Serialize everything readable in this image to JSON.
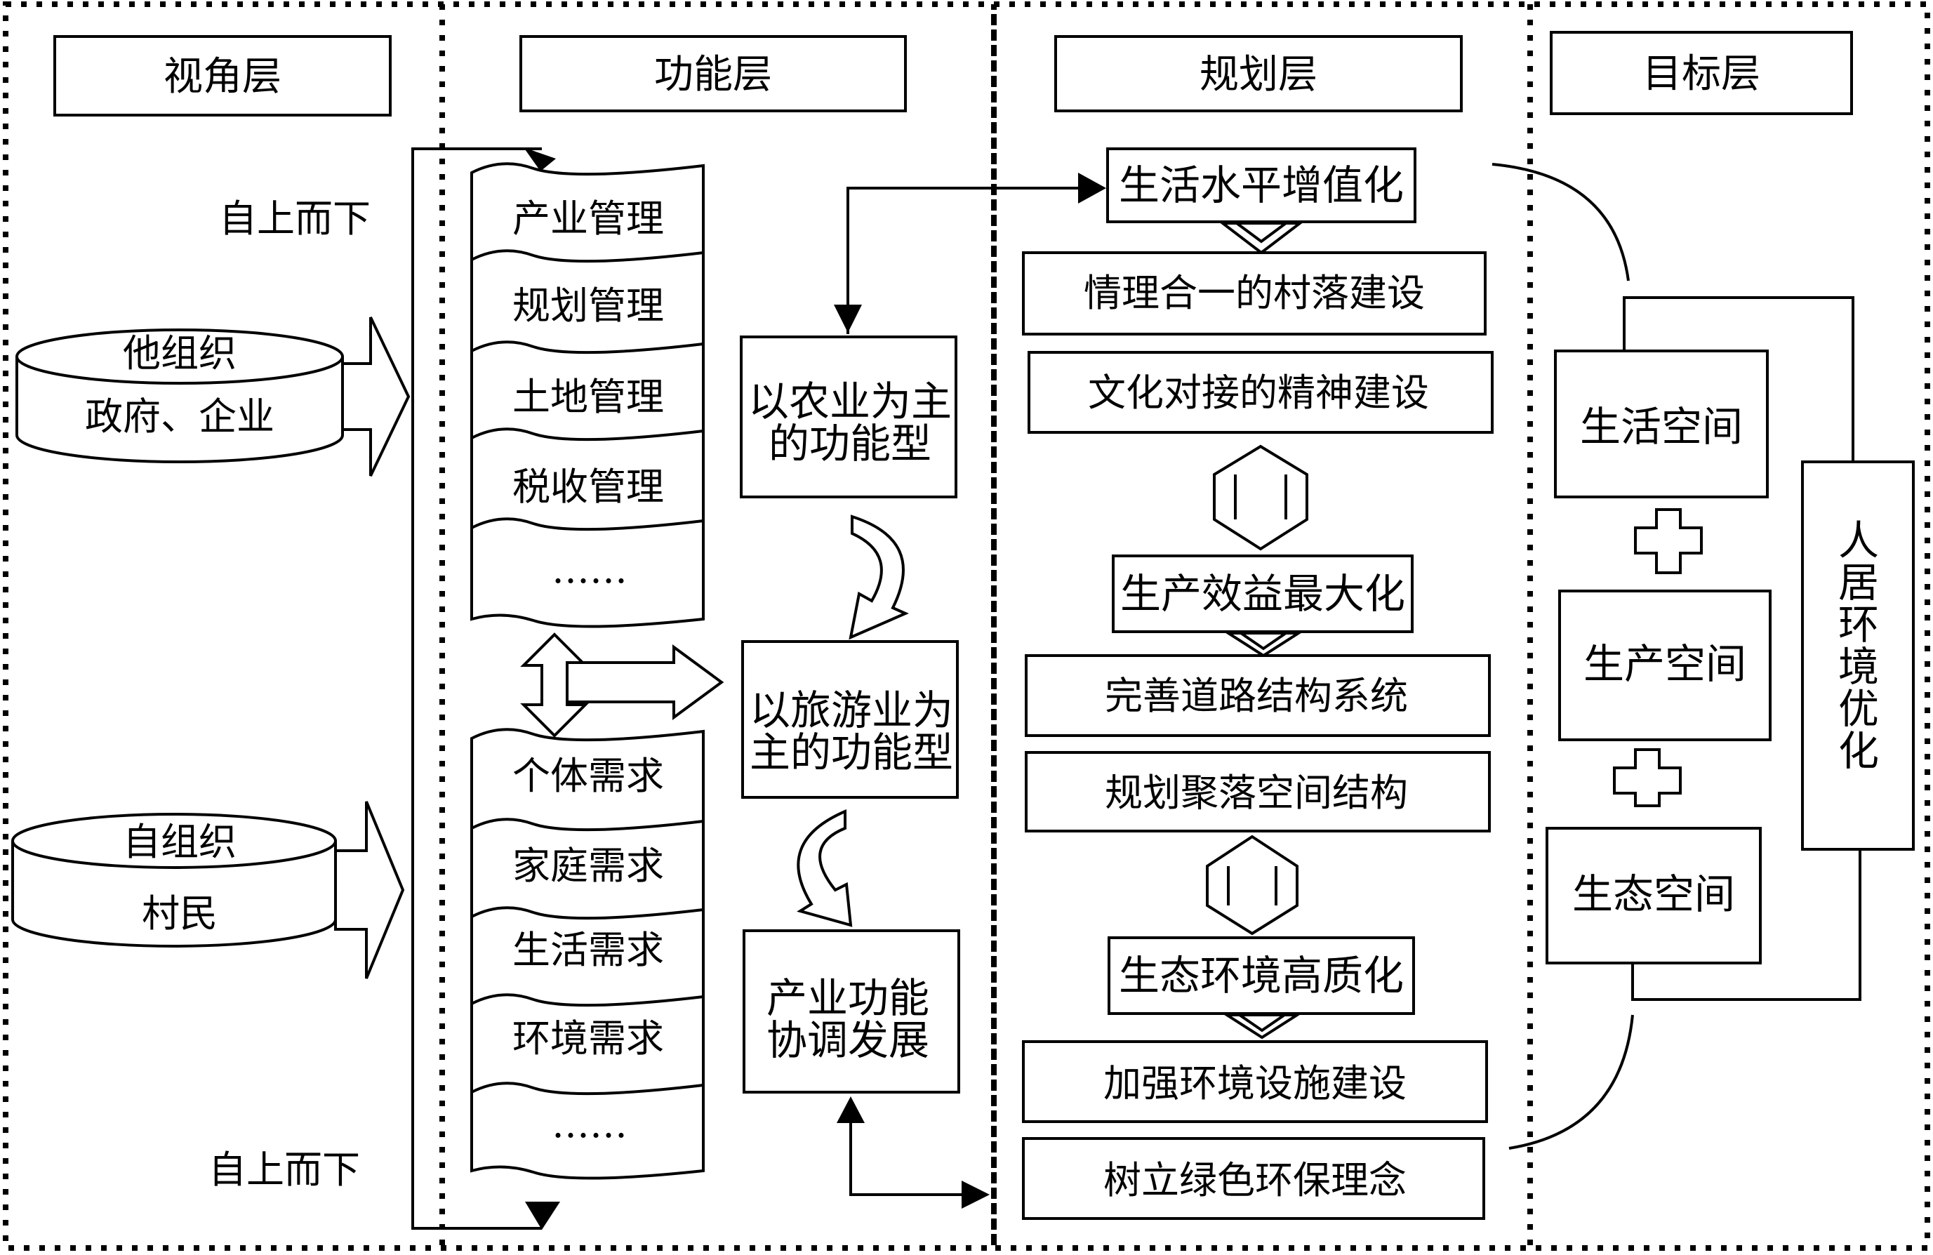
{
  "layers": {
    "perspective": "视角层",
    "function": "功能层",
    "planning": "规划层",
    "goal": "目标层"
  },
  "perspective": {
    "top_direction": "自上而下",
    "bottom_direction": "自上而下",
    "other_org": {
      "title": "他组织",
      "members": "政府、企业"
    },
    "self_org": {
      "title": "自组织",
      "members": "村民"
    }
  },
  "management_list": [
    "产业管理",
    "规划管理",
    "土地管理",
    "税收管理",
    "……"
  ],
  "needs_list": [
    "个体需求",
    "家庭需求",
    "生活需求",
    "环境需求",
    "……"
  ],
  "function_types": [
    {
      "line1": "以农业为主",
      "line2": "的功能型"
    },
    {
      "line1": "以旅游业为",
      "line2": "主的功能型"
    },
    {
      "line1": "产业功能",
      "line2": "协调发展"
    }
  ],
  "planning": {
    "group1": {
      "title": "生活水平增值化",
      "items": [
        "情理合一的村落建设",
        "文化对接的精神建设"
      ]
    },
    "group2": {
      "title": "生产效益最大化",
      "items": [
        "完善道路结构系统",
        "规划聚落空间结构"
      ]
    },
    "group3": {
      "title": "生态环境高质化",
      "items": [
        "加强环境设施建设",
        "树立绿色环保理念"
      ]
    }
  },
  "goal": {
    "spaces": [
      "生活空间",
      "生产空间",
      "生态空间"
    ],
    "outcome": "人居环境优化"
  }
}
